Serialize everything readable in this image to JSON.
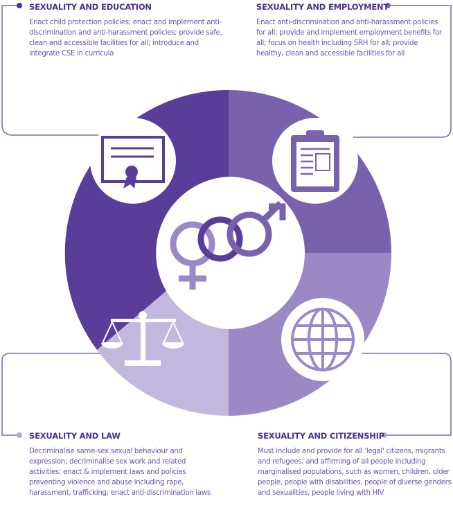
{
  "colors": {
    "dark": "#5a3d98",
    "mid": "#7862ad",
    "light": "#9b89c6",
    "lightest": "#c2b7dd",
    "line": "#7d68b5"
  },
  "sections": [
    {
      "title": "SEXUALITY AND EDUCATION",
      "text": "Enact child protection policies; enact and implement anti-discrimination and anti-harassment policies; provide safe, clean and accessible facilities for all; introduce and integrate CSE in curricula",
      "icon": "certificate-icon"
    },
    {
      "title": "SEXUALITY AND EMPLOYMENT",
      "text": "Enact anti-discrimination and anti-harassment policies for all; provide and implement employment benefits for all; focus on health including SRH for all; provide healthy, clean and accessible facilities for all",
      "icon": "clipboard-icon"
    },
    {
      "title": "SEXUALITY AND LAW",
      "text": "Decriminalise same-sex sexual behaviour and expression; decriminalise sex work and related activities; enact & implement laws and policies preventing violence and abuse including rape, harassment, trafficking; enact anti-discrimination laws",
      "icon": "scales-icon"
    },
    {
      "title": "SEXUALITY AND CITIZENSHIP",
      "text": "Must include and provide for all 'legal' citizens, migrants and refugees; and affirming of all people including marginalised populations, such as women, children, older people, people with disabilities, people of diverse genders and sexualities,  people living with HIV",
      "icon": "globe-icon"
    }
  ]
}
